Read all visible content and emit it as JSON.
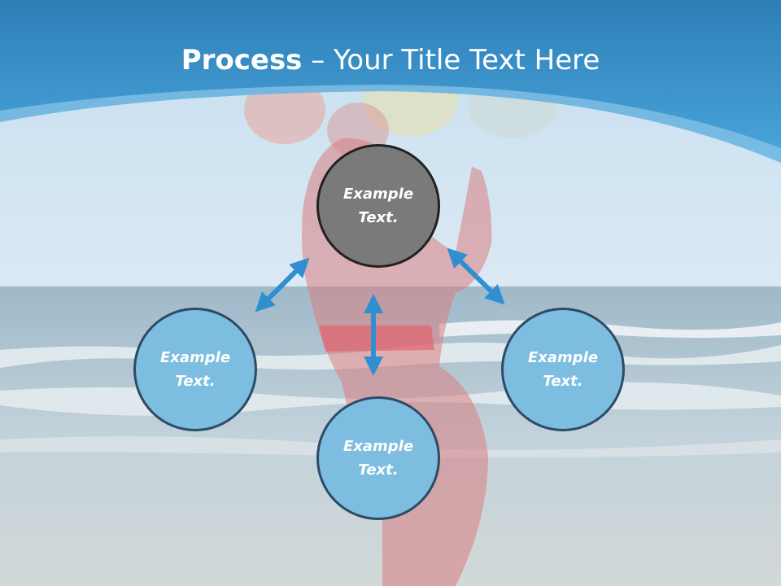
{
  "slide": {
    "title_bold": "Process",
    "title_rest": " – Your Title Text Here"
  },
  "nodes": [
    {
      "id": "top",
      "text": "Example Text.",
      "color": "#7a7a7a"
    },
    {
      "id": "left",
      "text": "Example Text.",
      "color": "#7dbde0"
    },
    {
      "id": "bottom",
      "text": "Example Text.",
      "color": "#7dbde0"
    },
    {
      "id": "right",
      "text": "Example Text.",
      "color": "#7dbde0"
    }
  ],
  "colors": {
    "header_blue": "#3a95cf",
    "arrow_blue": "#2f8fd0",
    "sky": "#cfe3f1",
    "sea": "#a9c4d4"
  }
}
